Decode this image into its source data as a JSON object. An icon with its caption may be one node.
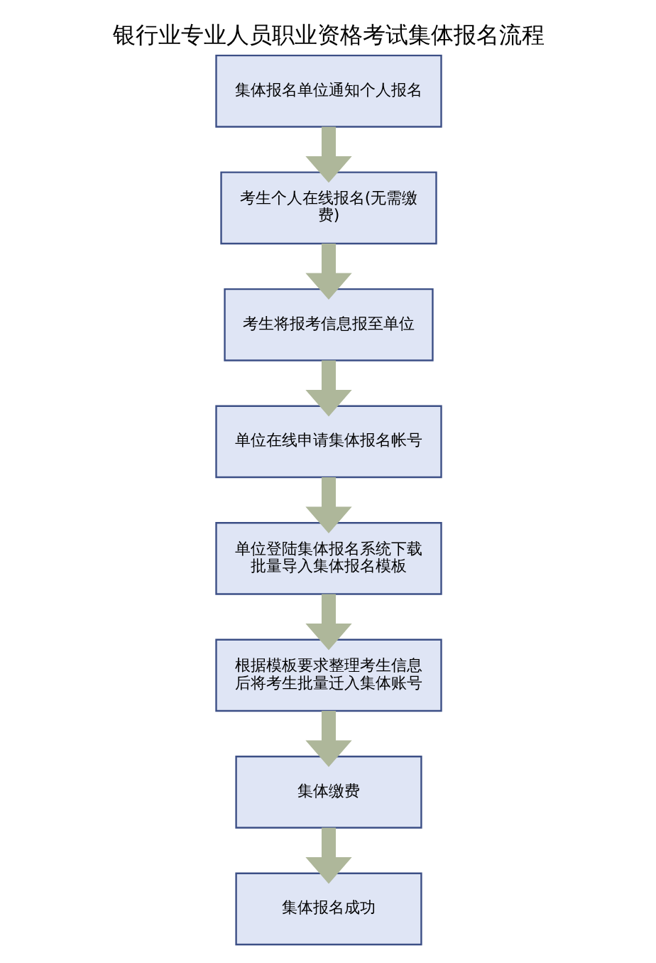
{
  "diagram": {
    "title": "银行业专业人员职业资格考试集体报名流程",
    "nodes": [
      {
        "text": [
          "集体报名单位通知个人报名"
        ]
      },
      {
        "text": [
          "考生个人在线报名(无需缴费)"
        ]
      },
      {
        "text": [
          "考生将报考信息报至单位"
        ]
      },
      {
        "text": [
          "单位在线申请集体报名帐号"
        ]
      },
      {
        "text": [
          "单位登陆集体报名系统下载批量导入集体报名模板"
        ]
      },
      {
        "text": [
          "根据模板要求整理考生信息后将考生批量迁入集体账号"
        ]
      },
      {
        "text": [
          "集体缴费"
        ]
      },
      {
        "text": [
          "集体报名成功"
        ]
      }
    ],
    "edges": [
      {
        "from": 0,
        "to": 1,
        "arrow": "to"
      },
      {
        "from": 1,
        "to": 2,
        "arrow": "to"
      },
      {
        "from": 2,
        "to": 3,
        "arrow": "to"
      },
      {
        "from": 3,
        "to": 4,
        "arrow": "to"
      },
      {
        "from": 4,
        "to": 5,
        "arrow": "to"
      },
      {
        "from": 5,
        "to": 6,
        "arrow": "to"
      },
      {
        "from": 6,
        "to": 7,
        "arrow": "to"
      }
    ]
  }
}
